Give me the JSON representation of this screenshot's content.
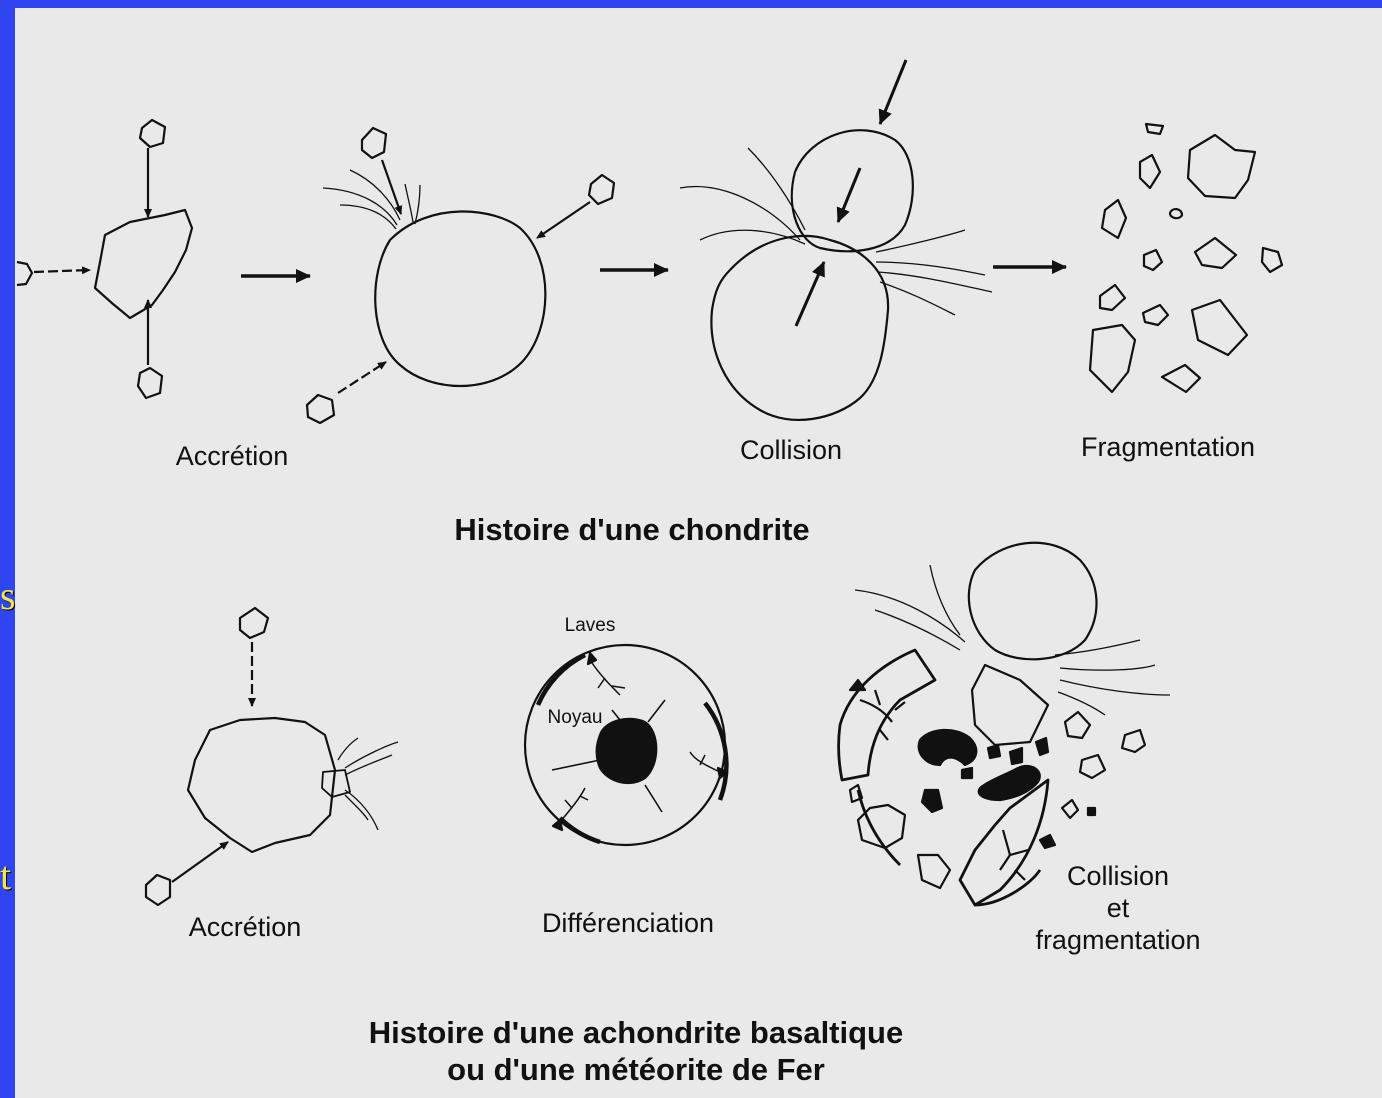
{
  "chondrite": {
    "stages": [
      "Accrétion",
      "Collision",
      "Fragmentation"
    ],
    "caption": "Histoire d'une chondrite"
  },
  "achondrite": {
    "stage_1": "Accrétion",
    "stage_2": "Différenciation",
    "stage_3_lines": [
      "Collision",
      "et",
      "fragmentation"
    ],
    "label_laves": "Laves",
    "label_noyau": "Noyau",
    "caption_lines": [
      "Histoire d'une achondrite basaltique",
      "ou d'une météorite de Fer"
    ]
  },
  "edge_fragments": [
    "s",
    "t"
  ]
}
